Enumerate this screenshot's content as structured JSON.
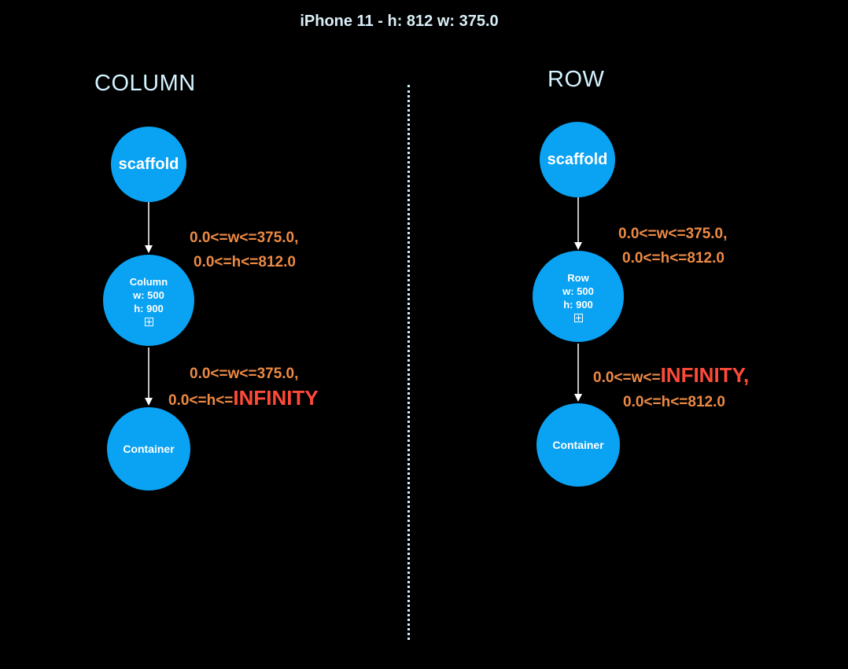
{
  "title": "iPhone 11 -  h: 812 w: 375.0",
  "colors": {
    "background": "#000000",
    "node_fill": "#0aa2f2",
    "constraint_text": "#ec8a44",
    "infinity_text": "#ff4a3a",
    "edge": "#ffffff",
    "divider": "#cfefff"
  },
  "column": {
    "label": "COLUMN",
    "root_node": "scaffold",
    "middle_node": {
      "name": "Column",
      "w": "w: 500",
      "h": "h: 900"
    },
    "leaf_node": "Container",
    "edge1": {
      "line1": "0.0<=w<=375.0,",
      "line2": "0.0<=h<=812.0"
    },
    "edge2": {
      "line1": "0.0<=w<=375.0,",
      "line2_prefix": "0.0<=h<=",
      "line2_emphasis": "INFINITY"
    }
  },
  "row": {
    "label": "ROW",
    "root_node": "scaffold",
    "middle_node": {
      "name": "Row",
      "w": "w: 500",
      "h": "h: 900"
    },
    "leaf_node": "Container",
    "edge1": {
      "line1": "0.0<=w<=375.0,",
      "line2": "0.0<=h<=812.0"
    },
    "edge2": {
      "line1_prefix": "0.0<=w<=",
      "line1_emphasis": "INFINITY,",
      "line2": "0.0<=h<=812.0"
    }
  }
}
